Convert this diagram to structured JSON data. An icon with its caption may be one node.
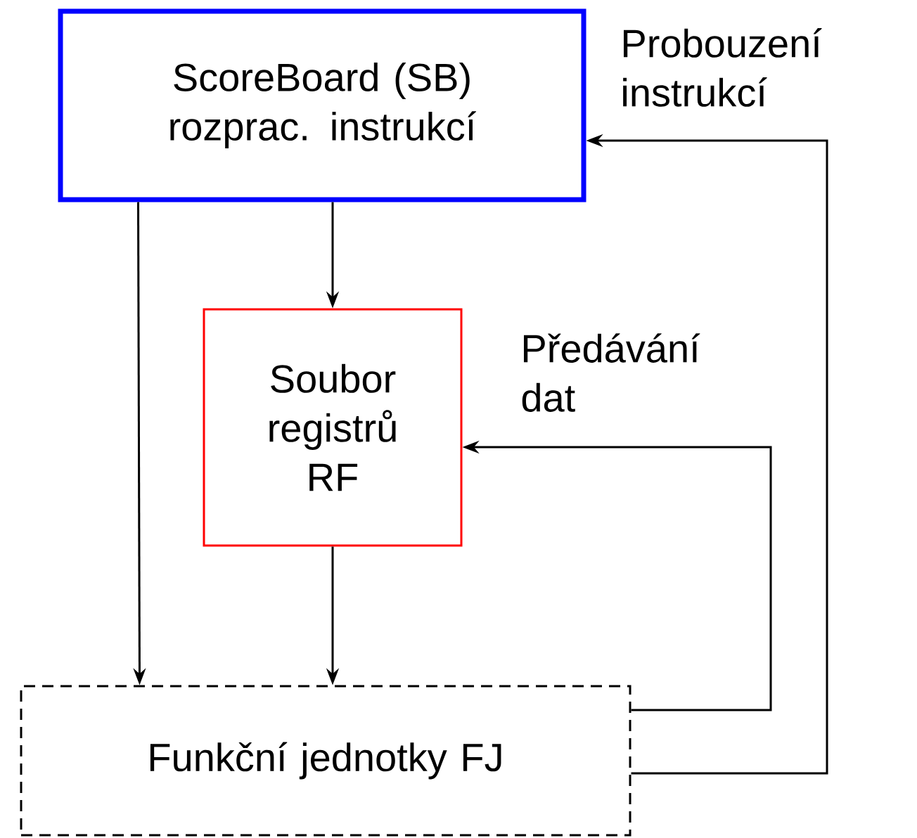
{
  "diagram": {
    "nodes": [
      {
        "text": [
          "ScoreBoard (SB) rozprac. instrukcí"
        ]
      },
      {
        "text": [
          "Soubor registrů RF"
        ]
      },
      {
        "text": [
          "Funkční jednotky FJ"
        ]
      }
    ],
    "edges": [
      {
        "from": 0,
        "to": 2,
        "arrow": "to"
      },
      {
        "from": 0,
        "to": 1,
        "arrow": "to"
      },
      {
        "from": 1,
        "to": 2,
        "arrow": "to"
      },
      {
        "from": 2,
        "to": 1,
        "arrow": "to",
        "label": "Předávání dat"
      },
      {
        "from": 2,
        "to": 0,
        "arrow": "to",
        "label": "Probouzení instrukcí"
      }
    ]
  }
}
